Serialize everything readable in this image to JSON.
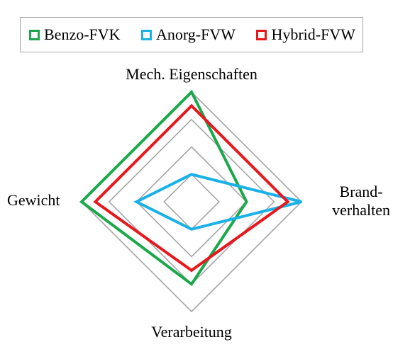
{
  "chart_data": {
    "type": "radar",
    "axes": [
      "Mech. Eigenschaften",
      "Brand-verhalten",
      "Verarbeitung",
      "Gewicht"
    ],
    "axis_label_lines": {
      "top": [
        "Mech. Eigenschaften"
      ],
      "right": [
        "Brand-",
        "verhalten"
      ],
      "bottom": [
        "Verarbeitung"
      ],
      "left": [
        "Gewicht"
      ]
    },
    "rmax": 4,
    "grid_levels": [
      1,
      2,
      3,
      4
    ],
    "grid": true,
    "legend": "top",
    "series": [
      {
        "name": "Benzo-FVK",
        "color": "#1aa84b",
        "values": [
          4.0,
          2.0,
          3.0,
          4.0
        ]
      },
      {
        "name": "Anorg-FVW",
        "color": "#19b2e8",
        "values": [
          1.0,
          4.0,
          1.0,
          2.0
        ]
      },
      {
        "name": "Hybrid-FVW",
        "color": "#e8171b",
        "values": [
          3.5,
          3.5,
          2.5,
          3.5
        ]
      }
    ],
    "grid_color": "#a6a6a6"
  }
}
